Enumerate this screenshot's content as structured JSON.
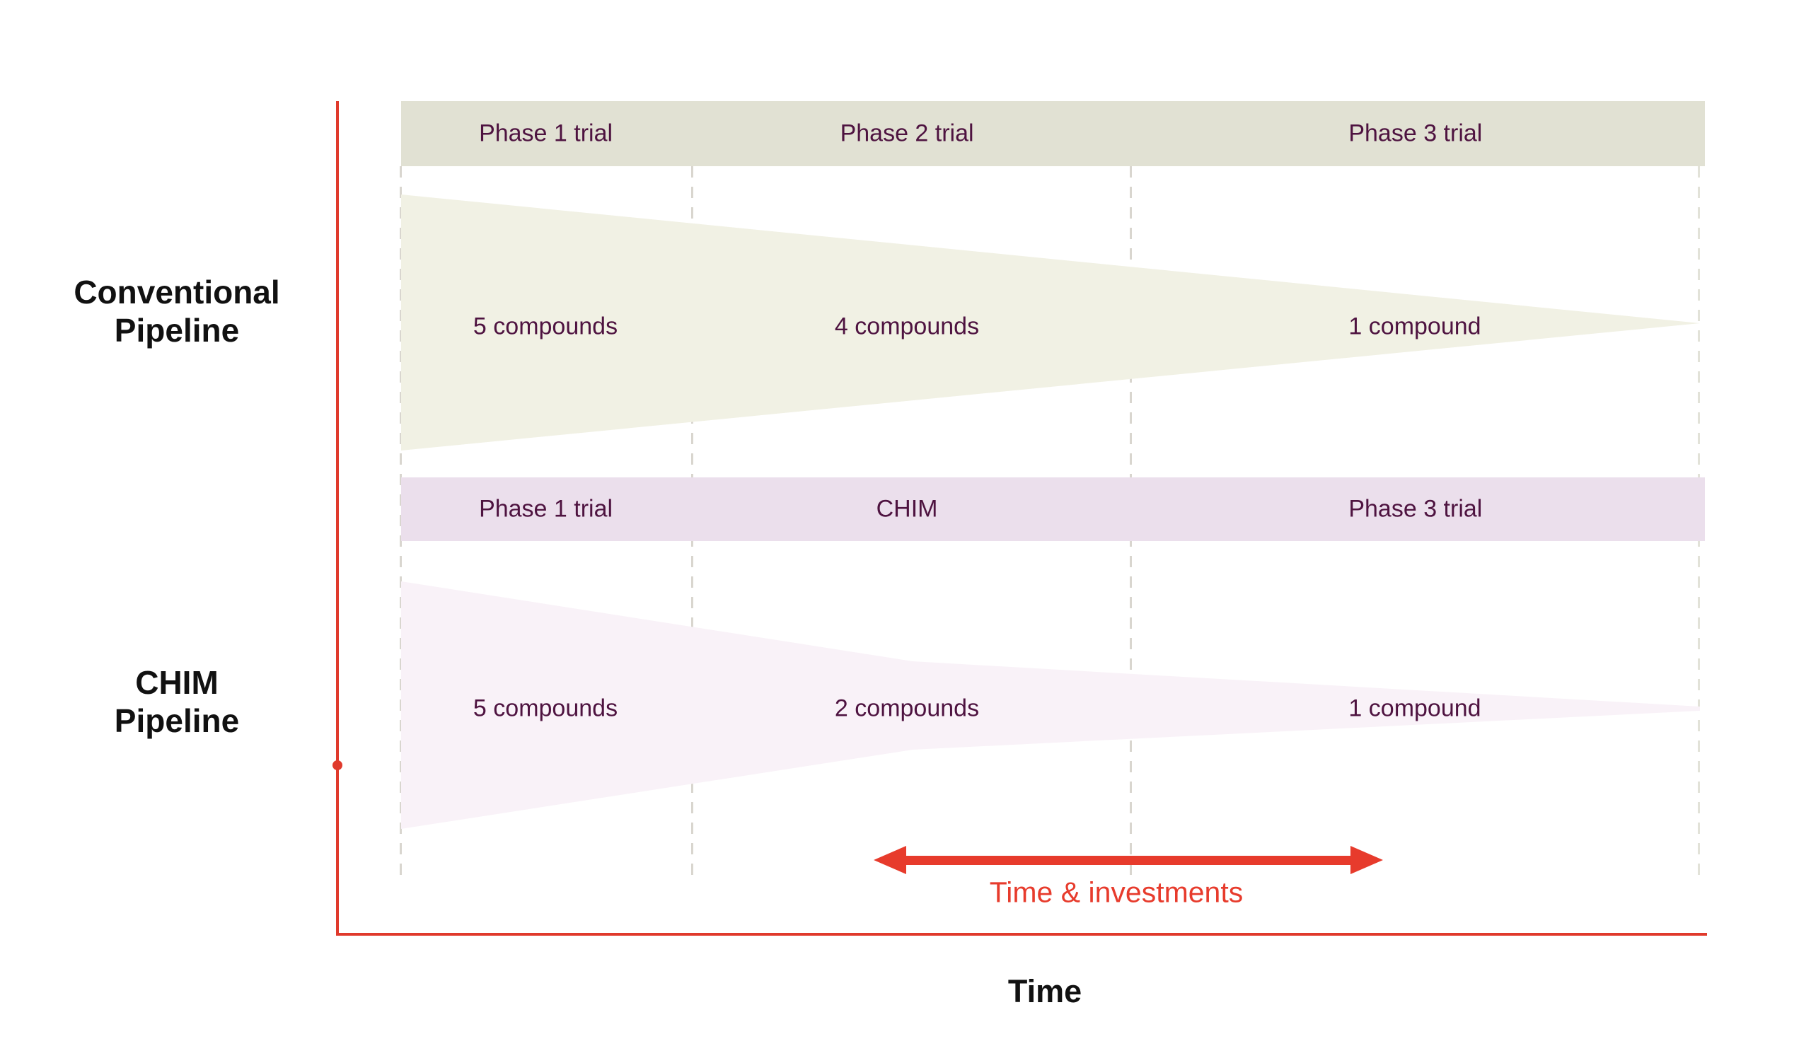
{
  "diagram_title": "",
  "left_labels": {
    "conventional": {
      "line1": "Conventional",
      "line2": "Pipeline"
    },
    "chim": {
      "line1": "CHIM",
      "line2": "Pipeline"
    }
  },
  "conventional": {
    "header": [
      "Phase 1 trial",
      "Phase 2 trial",
      "Phase 3 trial"
    ],
    "counts": [
      "5 compounds",
      "4 compounds",
      "1 compound"
    ]
  },
  "chim": {
    "header": [
      "Phase 1 trial",
      "CHIM",
      "Phase 3 trial"
    ],
    "counts": [
      "5 compounds",
      "2 compounds",
      "1 compound"
    ]
  },
  "annotations": {
    "time_investments": "Time & investments",
    "x_axis_label": "Time"
  },
  "colors": {
    "axis_red": "#e03a2c",
    "arrow_red": "#e73b2c",
    "bar_conventional": "#e1e1d3",
    "funnel_conventional": "#f1f1e4",
    "bar_chim": "#ebdfec",
    "funnel_chim": "#f9f2f8",
    "text_purple": "#4e1340",
    "text_black": "#111111",
    "dashed_line": "#d9d6cf"
  },
  "chart_data": {
    "type": "funnel-comparison",
    "x_axis": "Time",
    "pipelines": [
      {
        "name": "Conventional Pipeline",
        "stages": [
          "Phase 1 trial",
          "Phase 2 trial",
          "Phase 3 trial"
        ],
        "compound_counts": [
          5,
          4,
          1
        ]
      },
      {
        "name": "CHIM Pipeline",
        "stages": [
          "Phase 1 trial",
          "CHIM",
          "Phase 3 trial"
        ],
        "compound_counts": [
          5,
          2,
          1
        ]
      }
    ],
    "annotation": "Time & investments (double-headed arrow indicating reduced time and investment for CHIM pipeline)"
  }
}
